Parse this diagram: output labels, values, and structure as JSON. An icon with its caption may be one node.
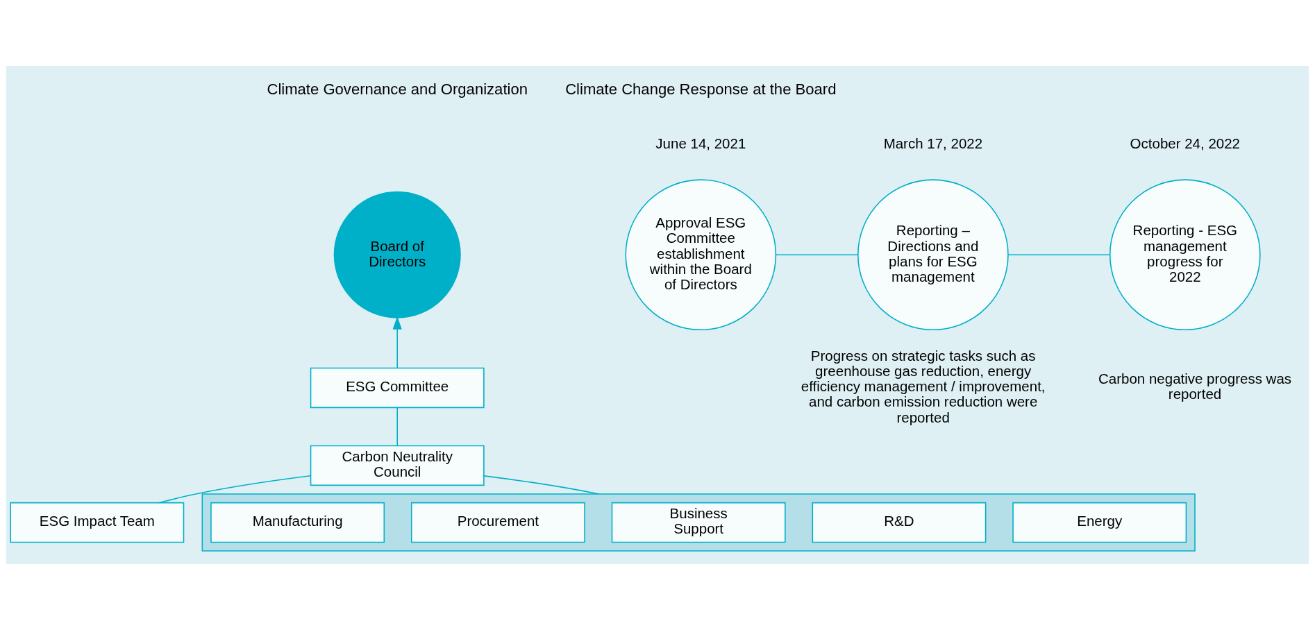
{
  "diagram": {
    "nodes": [
      {
        "text": [
          "Board of Directors"
        ]
      },
      {
        "text": [
          "ESG Committee"
        ]
      },
      {
        "text": [
          "Carbon Neutrality Council"
        ]
      },
      {
        "text": [
          "ESG Impact Team"
        ]
      },
      {
        "text": [],
        "shape": "box"
      },
      {
        "text": [
          "Energy"
        ],
        "in": 4
      },
      {
        "text": [
          "R&D"
        ],
        "in": 4
      },
      {
        "text": [
          "Business Support"
        ],
        "in": 4
      },
      {
        "text": [
          "Procurement"
        ],
        "in": 4
      },
      {
        "text": [
          "Manufacturing"
        ],
        "in": 4
      },
      {
        "text": [
          "Approval ESG Committee establishment within the Board of Directors"
        ],
        "beside": [
          "June 14, 2021"
        ]
      },
      {
        "text": [
          "Reporting – Directions and plans for ESG management"
        ],
        "beside": [
          "March 17, 2022",
          "Progress on strategic tasks such as greenhouse gas reduction, energy efficiency management / improvement, and carbon emission reduction were reported"
        ]
      },
      {
        "text": [
          "Reporting - ESG management progress for 2022"
        ],
        "beside": [
          "October 24, 2022",
          "Carbon negative progress was reported"
        ]
      }
    ],
    "edges": [
      {
        "from": 1,
        "to": 0,
        "arrow": "to"
      },
      {
        "from": 2,
        "to": 1,
        "arrow": "none"
      },
      {
        "from": 2,
        "to": 3,
        "arrow": "none"
      },
      {
        "from": 2,
        "to": 4,
        "arrow": "none"
      },
      {
        "from": 10,
        "to": 11,
        "arrow": "none"
      },
      {
        "from": 11,
        "to": 12,
        "arrow": "none"
      }
    ],
    "labels": [
      "Climate Governance and Organization",
      "Climate Change Response at the Board"
    ]
  }
}
